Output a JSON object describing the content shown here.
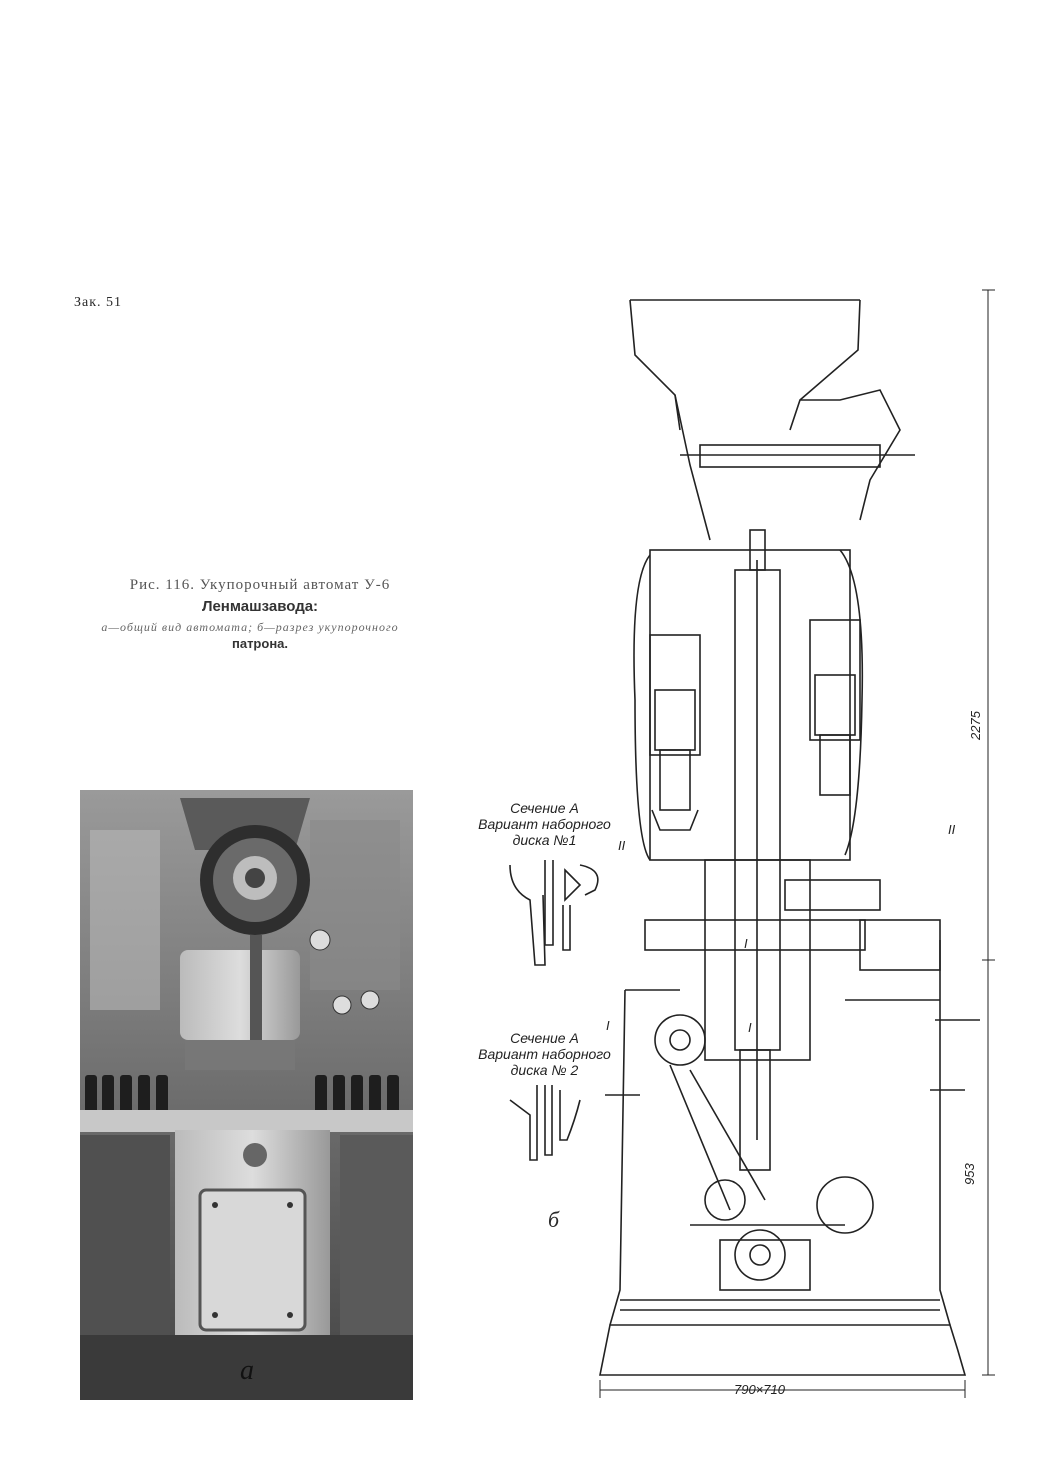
{
  "page": {
    "order_number": "Зак. 51"
  },
  "caption": {
    "line1": "Рис. 116. Укупорочный автомат У-6",
    "line2": "Ленмашзавода:",
    "line3": "а—общий вид автомата; б—разрез укупорочного",
    "line4": "патрона."
  },
  "photo": {
    "label": "а"
  },
  "drawing": {
    "label": "б",
    "section1": {
      "line1": "Сечение А",
      "line2": "Вариант наборного",
      "line3": "диска №1"
    },
    "section2": {
      "line1": "Сечение А",
      "line2": "Вариант наборного",
      "line3": "диска № 2"
    },
    "dimensions": {
      "height_total": "2275",
      "height_lower": "953",
      "base": "790×710"
    },
    "roman_marks": {
      "two": "II",
      "one": "I"
    }
  }
}
